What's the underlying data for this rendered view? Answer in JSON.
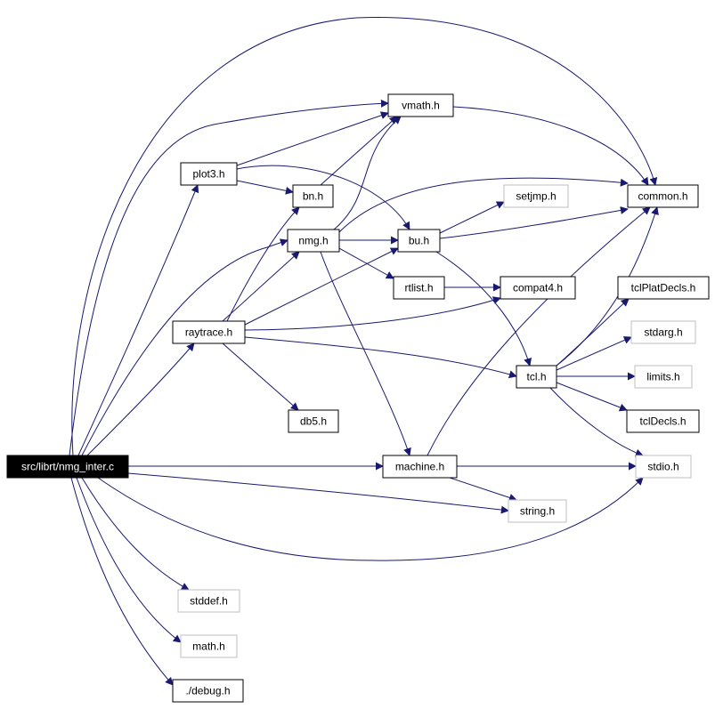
{
  "nodes": {
    "nmg_inter_c": {
      "label": "src/librt/nmg_inter.c",
      "style": "root"
    },
    "vmath_h": {
      "label": "vmath.h",
      "style": "documented"
    },
    "plot3_h": {
      "label": "plot3.h",
      "style": "documented"
    },
    "bn_h": {
      "label": "bn.h",
      "style": "documented"
    },
    "nmg_h": {
      "label": "nmg.h",
      "style": "documented"
    },
    "bu_h": {
      "label": "bu.h",
      "style": "documented"
    },
    "setjmp_h": {
      "label": "setjmp.h",
      "style": "external"
    },
    "common_h": {
      "label": "common.h",
      "style": "documented"
    },
    "rtlist_h": {
      "label": "rtlist.h",
      "style": "documented"
    },
    "compat4_h": {
      "label": "compat4.h",
      "style": "documented"
    },
    "tclPlatDecls_h": {
      "label": "tclPlatDecls.h",
      "style": "documented"
    },
    "raytrace_h": {
      "label": "raytrace.h",
      "style": "documented"
    },
    "stdarg_h": {
      "label": "stdarg.h",
      "style": "external"
    },
    "tcl_h": {
      "label": "tcl.h",
      "style": "documented"
    },
    "limits_h": {
      "label": "limits.h",
      "style": "external"
    },
    "db5_h": {
      "label": "db5.h",
      "style": "documented"
    },
    "tclDecls_h": {
      "label": "tclDecls.h",
      "style": "documented"
    },
    "machine_h": {
      "label": "machine.h",
      "style": "documented"
    },
    "stdio_h": {
      "label": "stdio.h",
      "style": "external"
    },
    "string_h": {
      "label": "string.h",
      "style": "external"
    },
    "stddef_h": {
      "label": "stddef.h",
      "style": "external"
    },
    "math_h": {
      "label": "math.h",
      "style": "external"
    },
    "debug_h": {
      "label": "./debug.h",
      "style": "documented"
    }
  },
  "edges": [
    [
      "nmg_inter_c",
      "common_h"
    ],
    [
      "nmg_inter_c",
      "vmath_h"
    ],
    [
      "nmg_inter_c",
      "plot3_h"
    ],
    [
      "nmg_inter_c",
      "nmg_h"
    ],
    [
      "nmg_inter_c",
      "raytrace_h"
    ],
    [
      "nmg_inter_c",
      "machine_h"
    ],
    [
      "nmg_inter_c",
      "string_h"
    ],
    [
      "nmg_inter_c",
      "stdio_h"
    ],
    [
      "nmg_inter_c",
      "stddef_h"
    ],
    [
      "nmg_inter_c",
      "math_h"
    ],
    [
      "nmg_inter_c",
      "debug_h"
    ],
    [
      "vmath_h",
      "common_h"
    ],
    [
      "plot3_h",
      "vmath_h"
    ],
    [
      "plot3_h",
      "bn_h"
    ],
    [
      "plot3_h",
      "bu_h"
    ],
    [
      "bn_h",
      "vmath_h"
    ],
    [
      "nmg_h",
      "vmath_h"
    ],
    [
      "nmg_h",
      "common_h"
    ],
    [
      "nmg_h",
      "bu_h"
    ],
    [
      "nmg_h",
      "rtlist_h"
    ],
    [
      "nmg_h",
      "machine_h"
    ],
    [
      "bu_h",
      "setjmp_h"
    ],
    [
      "bu_h",
      "common_h"
    ],
    [
      "bu_h",
      "tcl_h"
    ],
    [
      "rtlist_h",
      "compat4_h"
    ],
    [
      "raytrace_h",
      "bn_h"
    ],
    [
      "raytrace_h",
      "nmg_h"
    ],
    [
      "raytrace_h",
      "bu_h"
    ],
    [
      "raytrace_h",
      "compat4_h"
    ],
    [
      "raytrace_h",
      "tcl_h"
    ],
    [
      "raytrace_h",
      "db5_h"
    ],
    [
      "tcl_h",
      "common_h"
    ],
    [
      "tcl_h",
      "tclPlatDecls_h"
    ],
    [
      "tcl_h",
      "stdarg_h"
    ],
    [
      "tcl_h",
      "limits_h"
    ],
    [
      "tcl_h",
      "tclDecls_h"
    ],
    [
      "tcl_h",
      "stdio_h"
    ],
    [
      "machine_h",
      "common_h"
    ],
    [
      "machine_h",
      "stdio_h"
    ],
    [
      "machine_h",
      "string_h"
    ]
  ],
  "colors": {
    "edge": "#191970",
    "documented_border": "#000000",
    "external_border": "#bfbfbf",
    "root_fill": "#000000",
    "root_text": "#ffffff",
    "text": "#000000"
  }
}
